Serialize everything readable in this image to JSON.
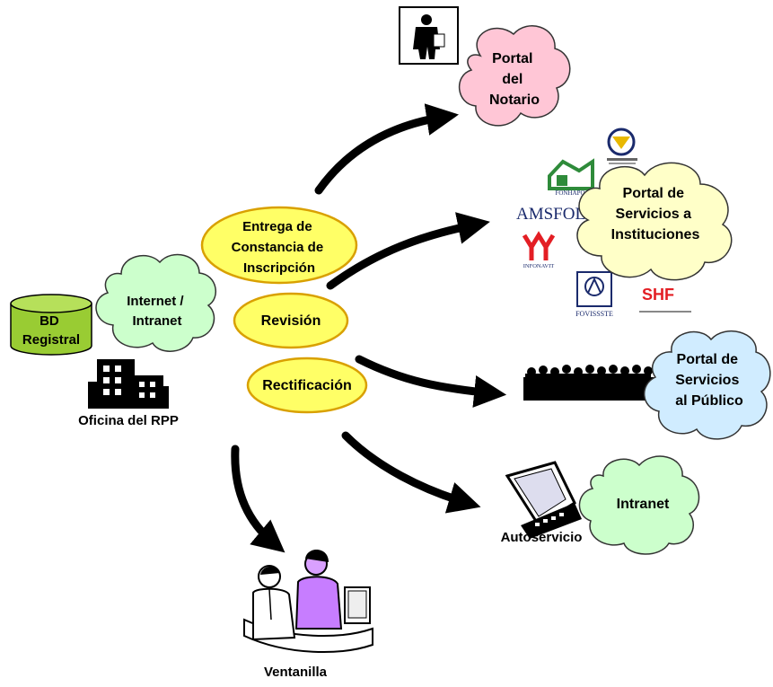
{
  "colors": {
    "ellipse_fill": "#ffff66",
    "ellipse_stroke": "#d9a000",
    "cloud_pink": "#ffc6d6",
    "cloud_yellow": "#ffffc8",
    "cloud_blue": "#d0ecff",
    "cloud_green": "#ccffcc",
    "db_fill": "#99cc33",
    "arrow": "#000000",
    "infonavit_red": "#e31e24",
    "fonhapo_green": "#2e8b3a",
    "shf_red": "#e31e24"
  },
  "processes": {
    "entrega": [
      "Entrega de",
      "Constancia de",
      "Inscripción"
    ],
    "revision": "Revisión",
    "rectificacion": "Rectificación"
  },
  "office": {
    "db": [
      "BD",
      "Registral"
    ],
    "network_cloud": [
      "Internet /",
      "Intranet"
    ],
    "label": "Oficina del RPP"
  },
  "portals": {
    "notario": [
      "Portal",
      "del",
      "Notario"
    ],
    "instituciones": [
      "Portal de",
      "Servicios a",
      "Instituciones"
    ],
    "publico": [
      "Portal de",
      "Servicios",
      "al Público"
    ],
    "intranet": "Intranet"
  },
  "logos": {
    "fonhapo": "FONHAPO",
    "amsfol": "AMSFOL",
    "infonavit": "INFONAVIT",
    "fovissste": "FOVISSSTE",
    "shf": "SHF"
  },
  "labels": {
    "autoservicio": "Autoservicio",
    "ventanilla": "Ventanilla"
  },
  "icons": [
    "notary-icon",
    "building-icon",
    "database-icon",
    "crowd-icon",
    "kiosk-icon",
    "ventanilla-icon"
  ]
}
